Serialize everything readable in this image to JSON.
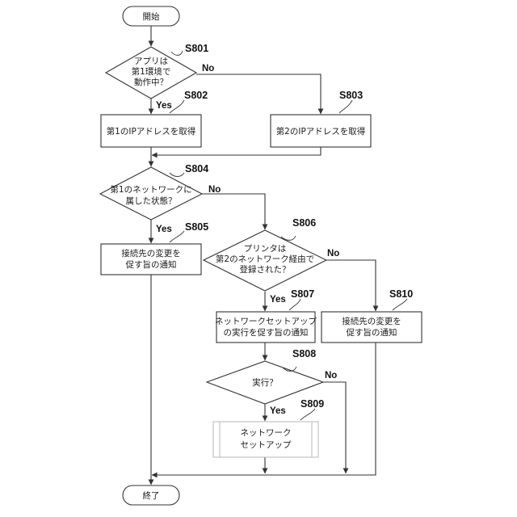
{
  "nodes": {
    "start": {
      "text": [
        "開始"
      ]
    },
    "d801": {
      "text": [
        "アプリは",
        "第1環境で",
        "動作中？"
      ]
    },
    "b802": {
      "text": [
        "第1のIPアドレスを取得"
      ]
    },
    "b803": {
      "text": [
        "第2のIPアドレスを取得"
      ]
    },
    "d804": {
      "text": [
        "第1のネットワークに",
        "属した状態？"
      ]
    },
    "b805": {
      "text": [
        "接続先の変更を",
        "促す旨の通知"
      ]
    },
    "d806": {
      "text": [
        "プリンタは",
        "第2のネットワーク経由で",
        "登録された？"
      ]
    },
    "b807": {
      "text": [
        "ネットワークセットアップ",
        "の実行を促す旨の通知"
      ]
    },
    "d808": {
      "text": [
        "実行？"
      ]
    },
    "b809": {
      "text": [
        "ネットワーク",
        "セットアップ"
      ]
    },
    "b810": {
      "text": [
        "接続先の変更を",
        "促す旨の通知"
      ]
    },
    "end": {
      "text": [
        "終了"
      ]
    }
  },
  "step_labels": {
    "s801": "S801",
    "s802": "S802",
    "s803": "S803",
    "s804": "S804",
    "s805": "S805",
    "s806": "S806",
    "s807": "S807",
    "s808": "S808",
    "s809": "S809",
    "s810": "S810"
  },
  "branch_labels": {
    "d801_yes": "Yes",
    "d801_no": "No",
    "d804_yes": "Yes",
    "d804_no": "No",
    "d806_yes": "Yes",
    "d806_no": "No",
    "d808_yes": "Yes",
    "d808_no": "No"
  }
}
